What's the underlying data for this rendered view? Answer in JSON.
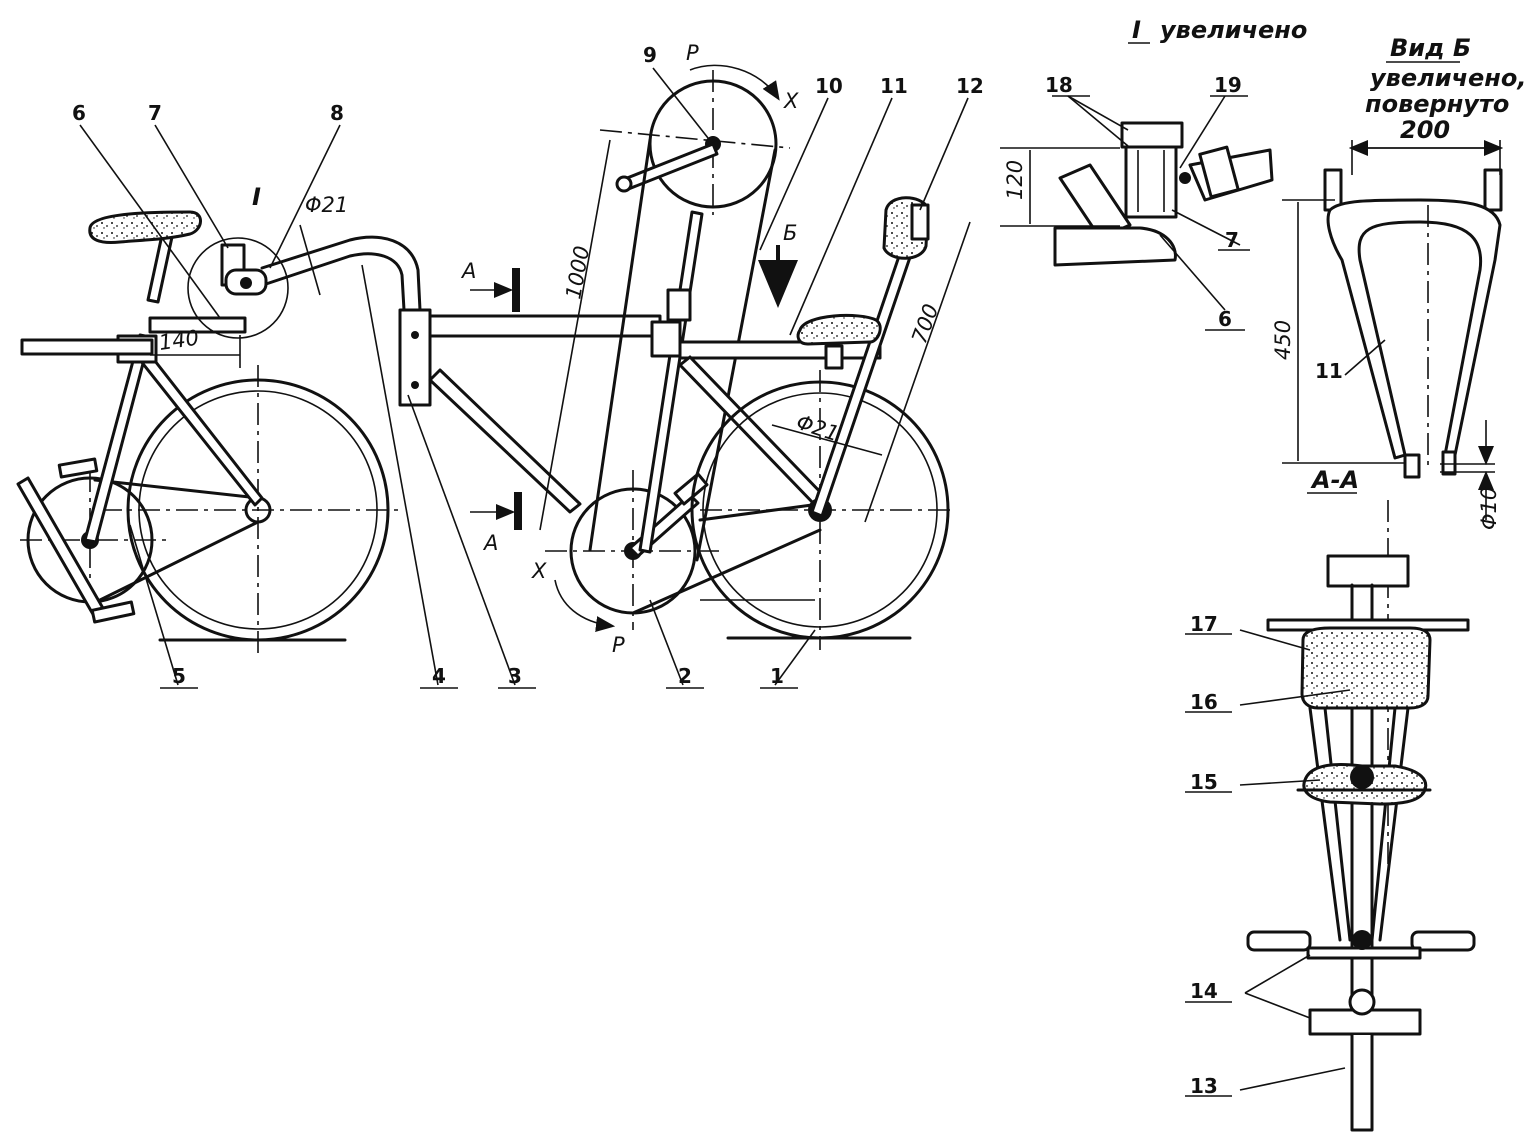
{
  "callouts": [
    "1",
    "2",
    "3",
    "4",
    "5",
    "6",
    "7",
    "8",
    "9",
    "10",
    "11",
    "12",
    "13",
    "14",
    "15",
    "16",
    "17",
    "18",
    "19"
  ],
  "detail_labels": {
    "detail_I": "I",
    "detail_I_caption": "увеличено",
    "view_B_title": "Вид Б",
    "view_B_line2": "увеличено,",
    "view_B_line3": "повернуто",
    "section_AA": "А-А"
  },
  "dimensions": {
    "d_140": "140",
    "d_phi21_a": "Φ21",
    "d_phi21_b": "Φ21",
    "d_1000": "1000",
    "d_700": "700",
    "d_120": "120",
    "d_200": "200",
    "d_450": "450",
    "d_phi10": "Φ10"
  },
  "markers": {
    "A_top": "А",
    "A_bottom": "А",
    "B": "Б",
    "P_top": "Р",
    "X_top": "Х",
    "P_bottom": "Р",
    "X_bottom": "Х",
    "I_ring": "I"
  },
  "icons": [
    "seat-foam-icon",
    "wheel-icon",
    "sprocket-icon",
    "pedal-icon",
    "chain-icon"
  ],
  "colors": {
    "ink": "#111111",
    "paper": "#ffffff"
  }
}
